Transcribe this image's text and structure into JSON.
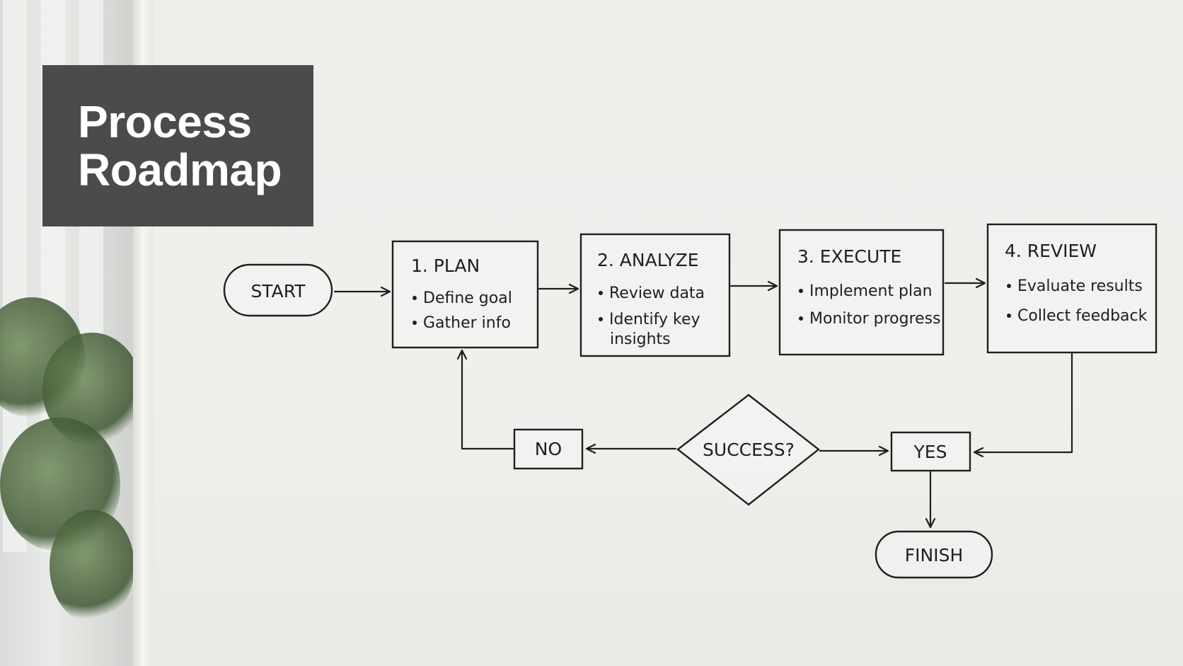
{
  "title": {
    "line1": "Process",
    "line2": "Roadmap"
  },
  "nodes": {
    "start": "START",
    "plan": {
      "heading": "1. PLAN",
      "bullets": [
        "Define goal",
        "Gather info"
      ]
    },
    "analyze": {
      "heading": "2. ANALYZE",
      "bullets": [
        "Review data",
        "Identify key",
        "insights"
      ]
    },
    "execute": {
      "heading": "3. EXECUTE",
      "bullets": [
        "Implement plan",
        "Monitor progress"
      ]
    },
    "review": {
      "heading": "4. REVIEW",
      "bullets": [
        "Evaluate results",
        "Collect feedback"
      ]
    },
    "decision": "SUCCESS?",
    "no": "NO",
    "yes": "YES",
    "finish": "FINISH"
  },
  "colors": {
    "title_bg": "#4b4b4b",
    "ink": "#1f1f1f",
    "board": "#eeeeeb"
  }
}
